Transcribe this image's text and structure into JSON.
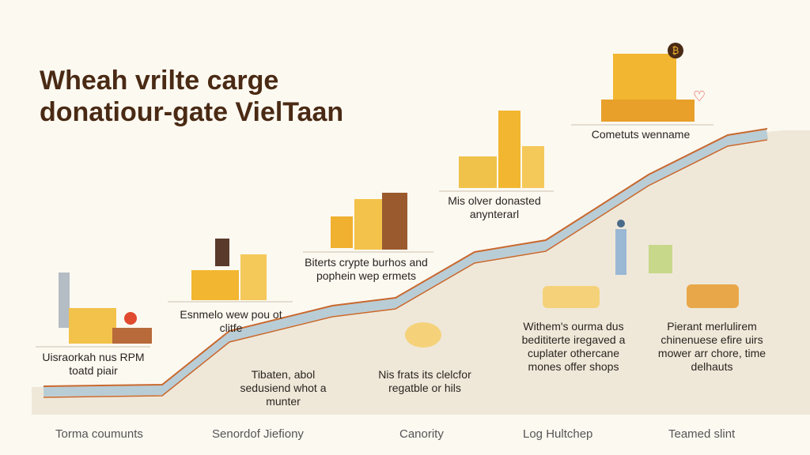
{
  "title": {
    "line1": "Wheah vrilte carge",
    "line2": "donatiour-gate VielTaan"
  },
  "milestones": [
    {
      "label": "Uisraorkah nus RPM toatd piair"
    },
    {
      "label": "Esnmelo wew pou ot clitfe"
    },
    {
      "label": "Biterts crypte burhos and pophein wep ermets"
    },
    {
      "label": "Mis olver donasted anynterarl"
    },
    {
      "label": "Cometuts wenname"
    }
  ],
  "below_notes": [
    {
      "label": "Tibaten, abol sedusiend whot a munter"
    },
    {
      "label": "Nis frats its clelcfor regatble or hils"
    },
    {
      "label": "Withem's ourma dus bedititerte iregaved a cuplater othercane mones offer shops"
    },
    {
      "label": "Pierant merlulirem chinenuese efire uirs mower arr chore, time delhauts"
    }
  ],
  "footer": [
    "Torma coumunts",
    "Senordof Jiefiony",
    "Canority",
    "Log Hultchep",
    "Teamed slint"
  ],
  "colors": {
    "title": "#4a2a14",
    "path": "#b9cdd6",
    "path_edge": "#c8682e",
    "area": "#efe8d9",
    "gold": "#f2b630"
  },
  "icons": {
    "coin": "bitcoin-coin-icon",
    "heart": "heart-icon"
  }
}
